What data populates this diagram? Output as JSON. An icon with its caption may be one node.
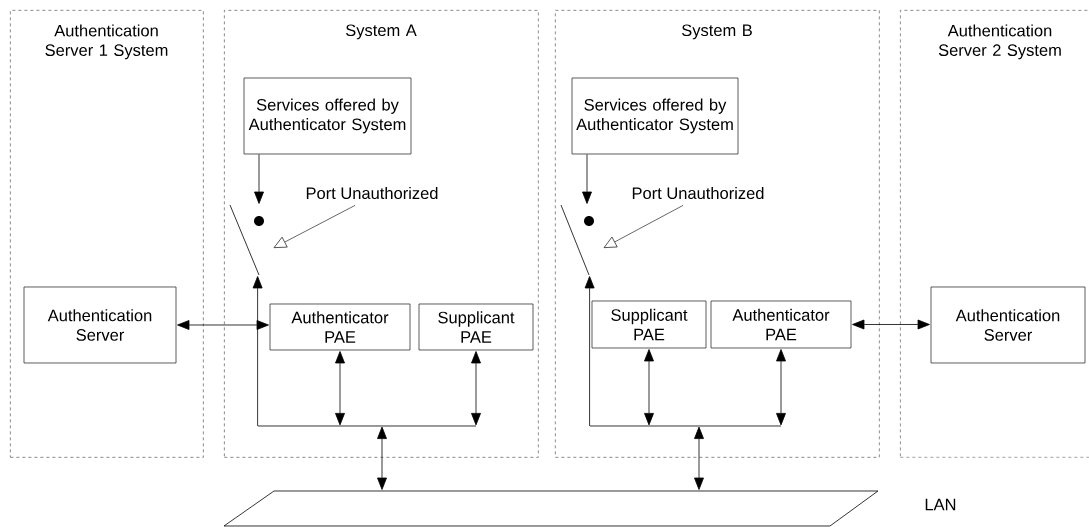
{
  "diagram": {
    "nodes": [
      {
        "text": [
          "Authentication Server 1 System"
        ]
      },
      {
        "text": [
          "Authentication Server"
        ],
        "in": 0
      },
      {
        "text": [
          "System A"
        ]
      },
      {
        "text": [
          "Services offered by Authenticator System"
        ],
        "in": 2
      },
      {
        "text": [
          "Port Unauthorized"
        ],
        "in": 2
      },
      {
        "text": [],
        "shape": "switch",
        "in": 2
      },
      {
        "text": [
          "Authenticator PAE"
        ],
        "in": 2
      },
      {
        "text": [
          "Supplicant PAE"
        ],
        "in": 2
      },
      {
        "text": [],
        "shape": "bar",
        "in": 2
      },
      {
        "text": [
          "System B"
        ]
      },
      {
        "text": [
          "Services offered by Authenticator System"
        ],
        "in": 9
      },
      {
        "text": [
          "Port Unauthorized"
        ],
        "in": 9
      },
      {
        "text": [],
        "shape": "switch",
        "in": 9
      },
      {
        "text": [
          "Supplicant PAE"
        ],
        "in": 9
      },
      {
        "text": [
          "Authenticator PAE"
        ],
        "in": 9
      },
      {
        "text": [],
        "shape": "bar",
        "in": 9
      },
      {
        "text": [
          "Authentication Server 2 System"
        ]
      },
      {
        "text": [
          "Authentication Server"
        ],
        "in": 16
      },
      {
        "text": [],
        "shape": "parallelogram",
        "beside": [
          "LAN"
        ]
      }
    ],
    "edges": [
      {
        "from": 1,
        "to": 6,
        "arrow": "both"
      },
      {
        "from": 3,
        "to": 5,
        "arrow": "to"
      },
      {
        "from": 4,
        "to": 5,
        "arrow": "to"
      },
      {
        "from": 8,
        "to": 5,
        "arrow": "to"
      },
      {
        "from": 6,
        "to": 8,
        "arrow": "both"
      },
      {
        "from": 7,
        "to": 8,
        "arrow": "both"
      },
      {
        "from": 8,
        "to": 18,
        "arrow": "both"
      },
      {
        "from": 10,
        "to": 12,
        "arrow": "to"
      },
      {
        "from": 11,
        "to": 12,
        "arrow": "to"
      },
      {
        "from": 15,
        "to": 12,
        "arrow": "to"
      },
      {
        "from": 13,
        "to": 15,
        "arrow": "both"
      },
      {
        "from": 14,
        "to": 15,
        "arrow": "both"
      },
      {
        "from": 15,
        "to": 18,
        "arrow": "both"
      },
      {
        "from": 14,
        "to": 17,
        "arrow": "both"
      }
    ]
  }
}
